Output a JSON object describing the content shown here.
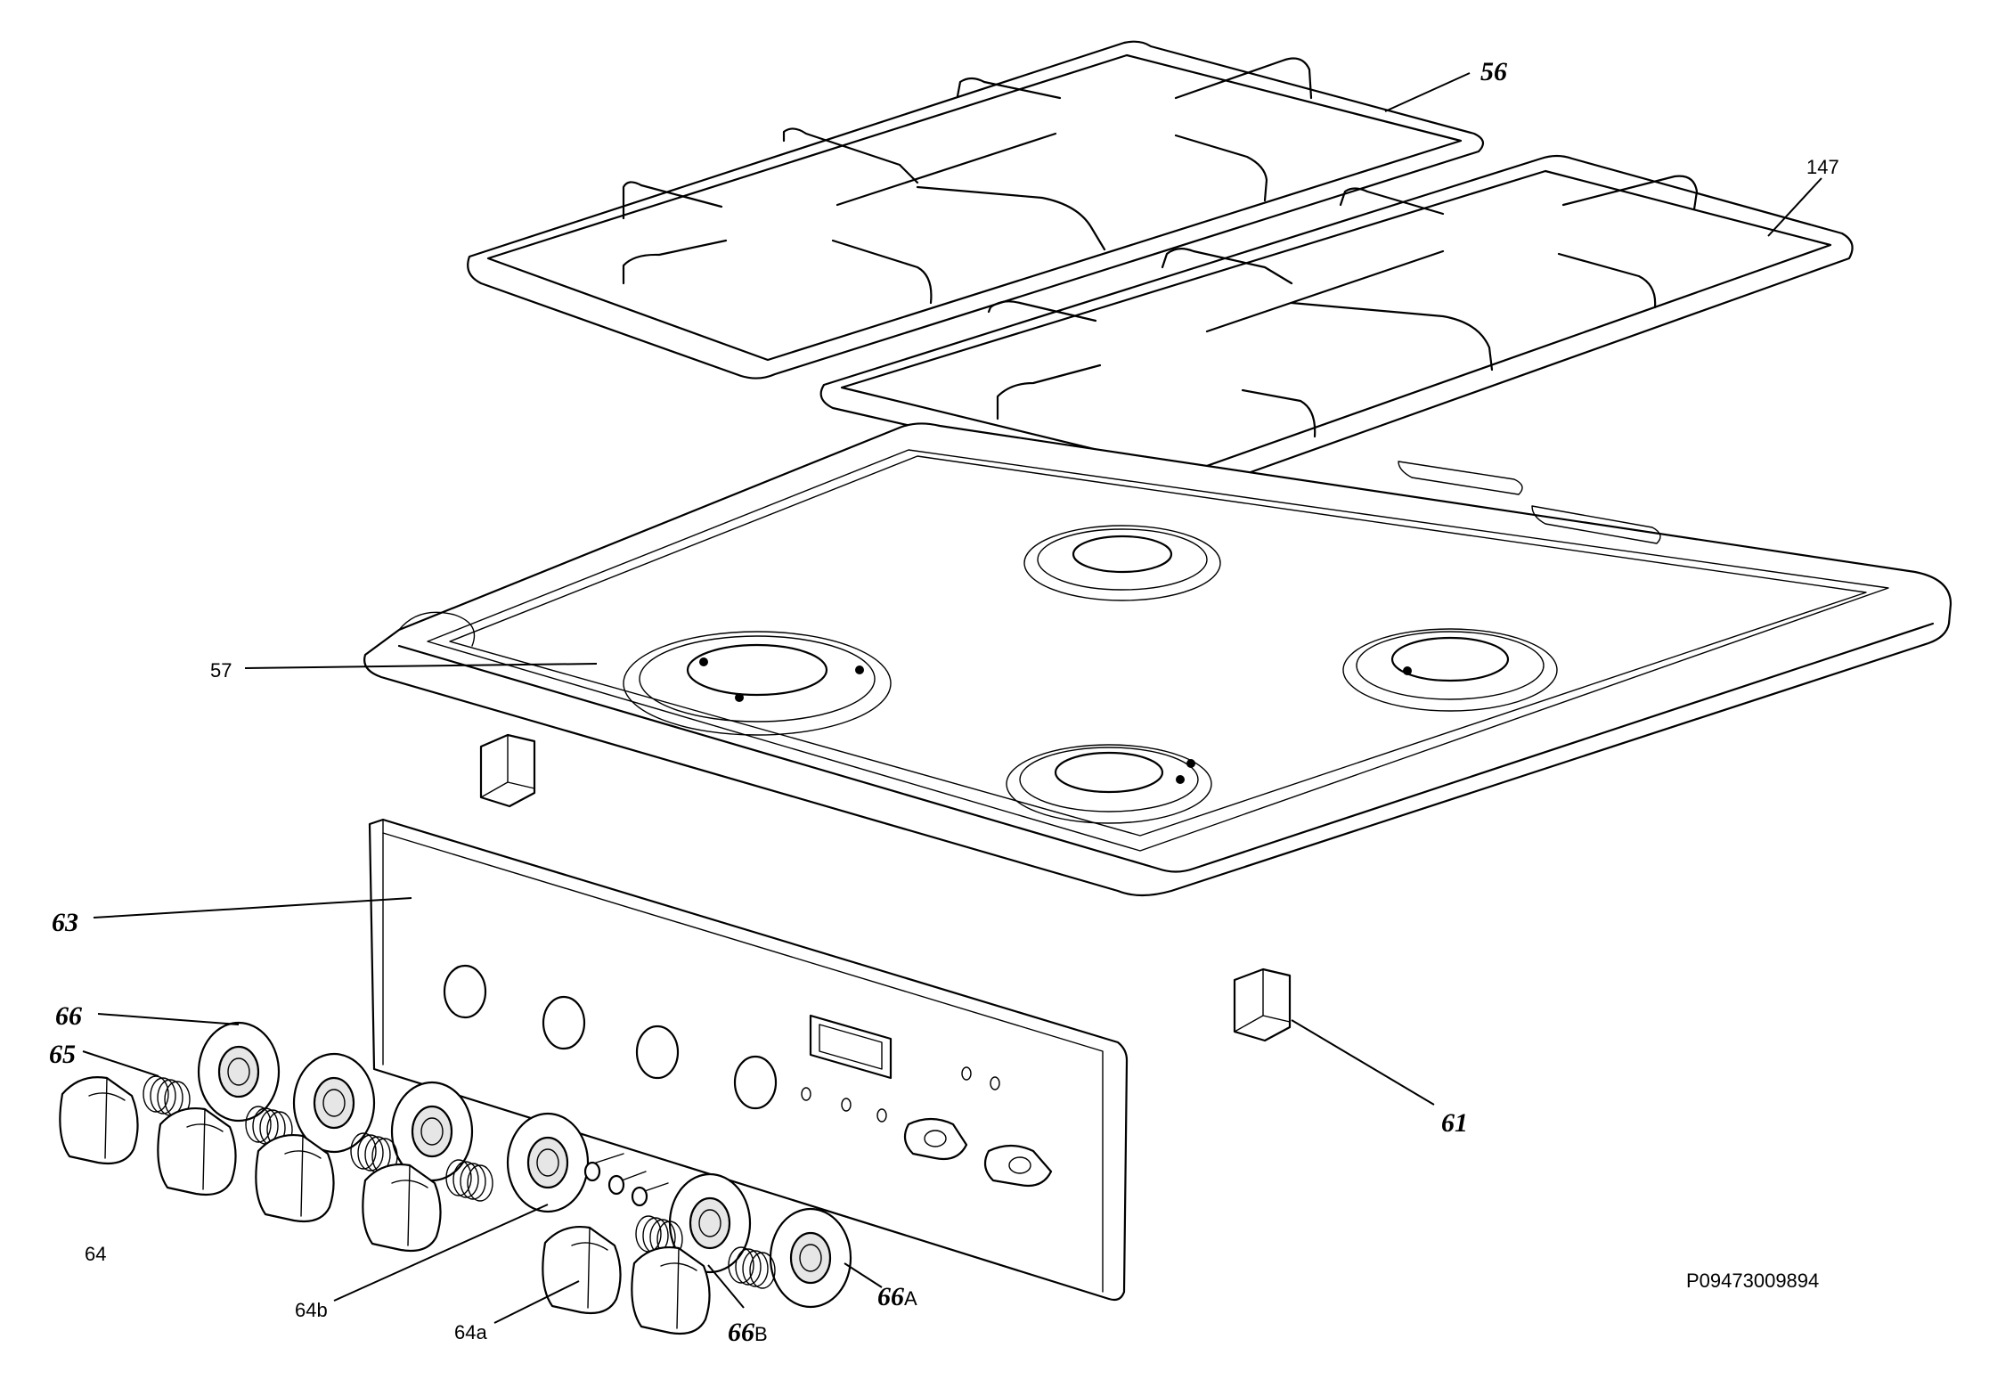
{
  "labels": {
    "l56": "56",
    "l147": "147",
    "l57": "57",
    "l63": "63",
    "l66": "66",
    "l65": "65",
    "l64": "64",
    "l64b": "64b",
    "l64a": "64a",
    "l66B": "66",
    "l66B_sub": "B",
    "l66A": "66",
    "l66A_sub": "A",
    "l61": "61"
  },
  "reference_code": "P09473009894",
  "colors": {
    "line": "#000000",
    "background": "#ffffff",
    "shade": "#e6e6e6"
  }
}
